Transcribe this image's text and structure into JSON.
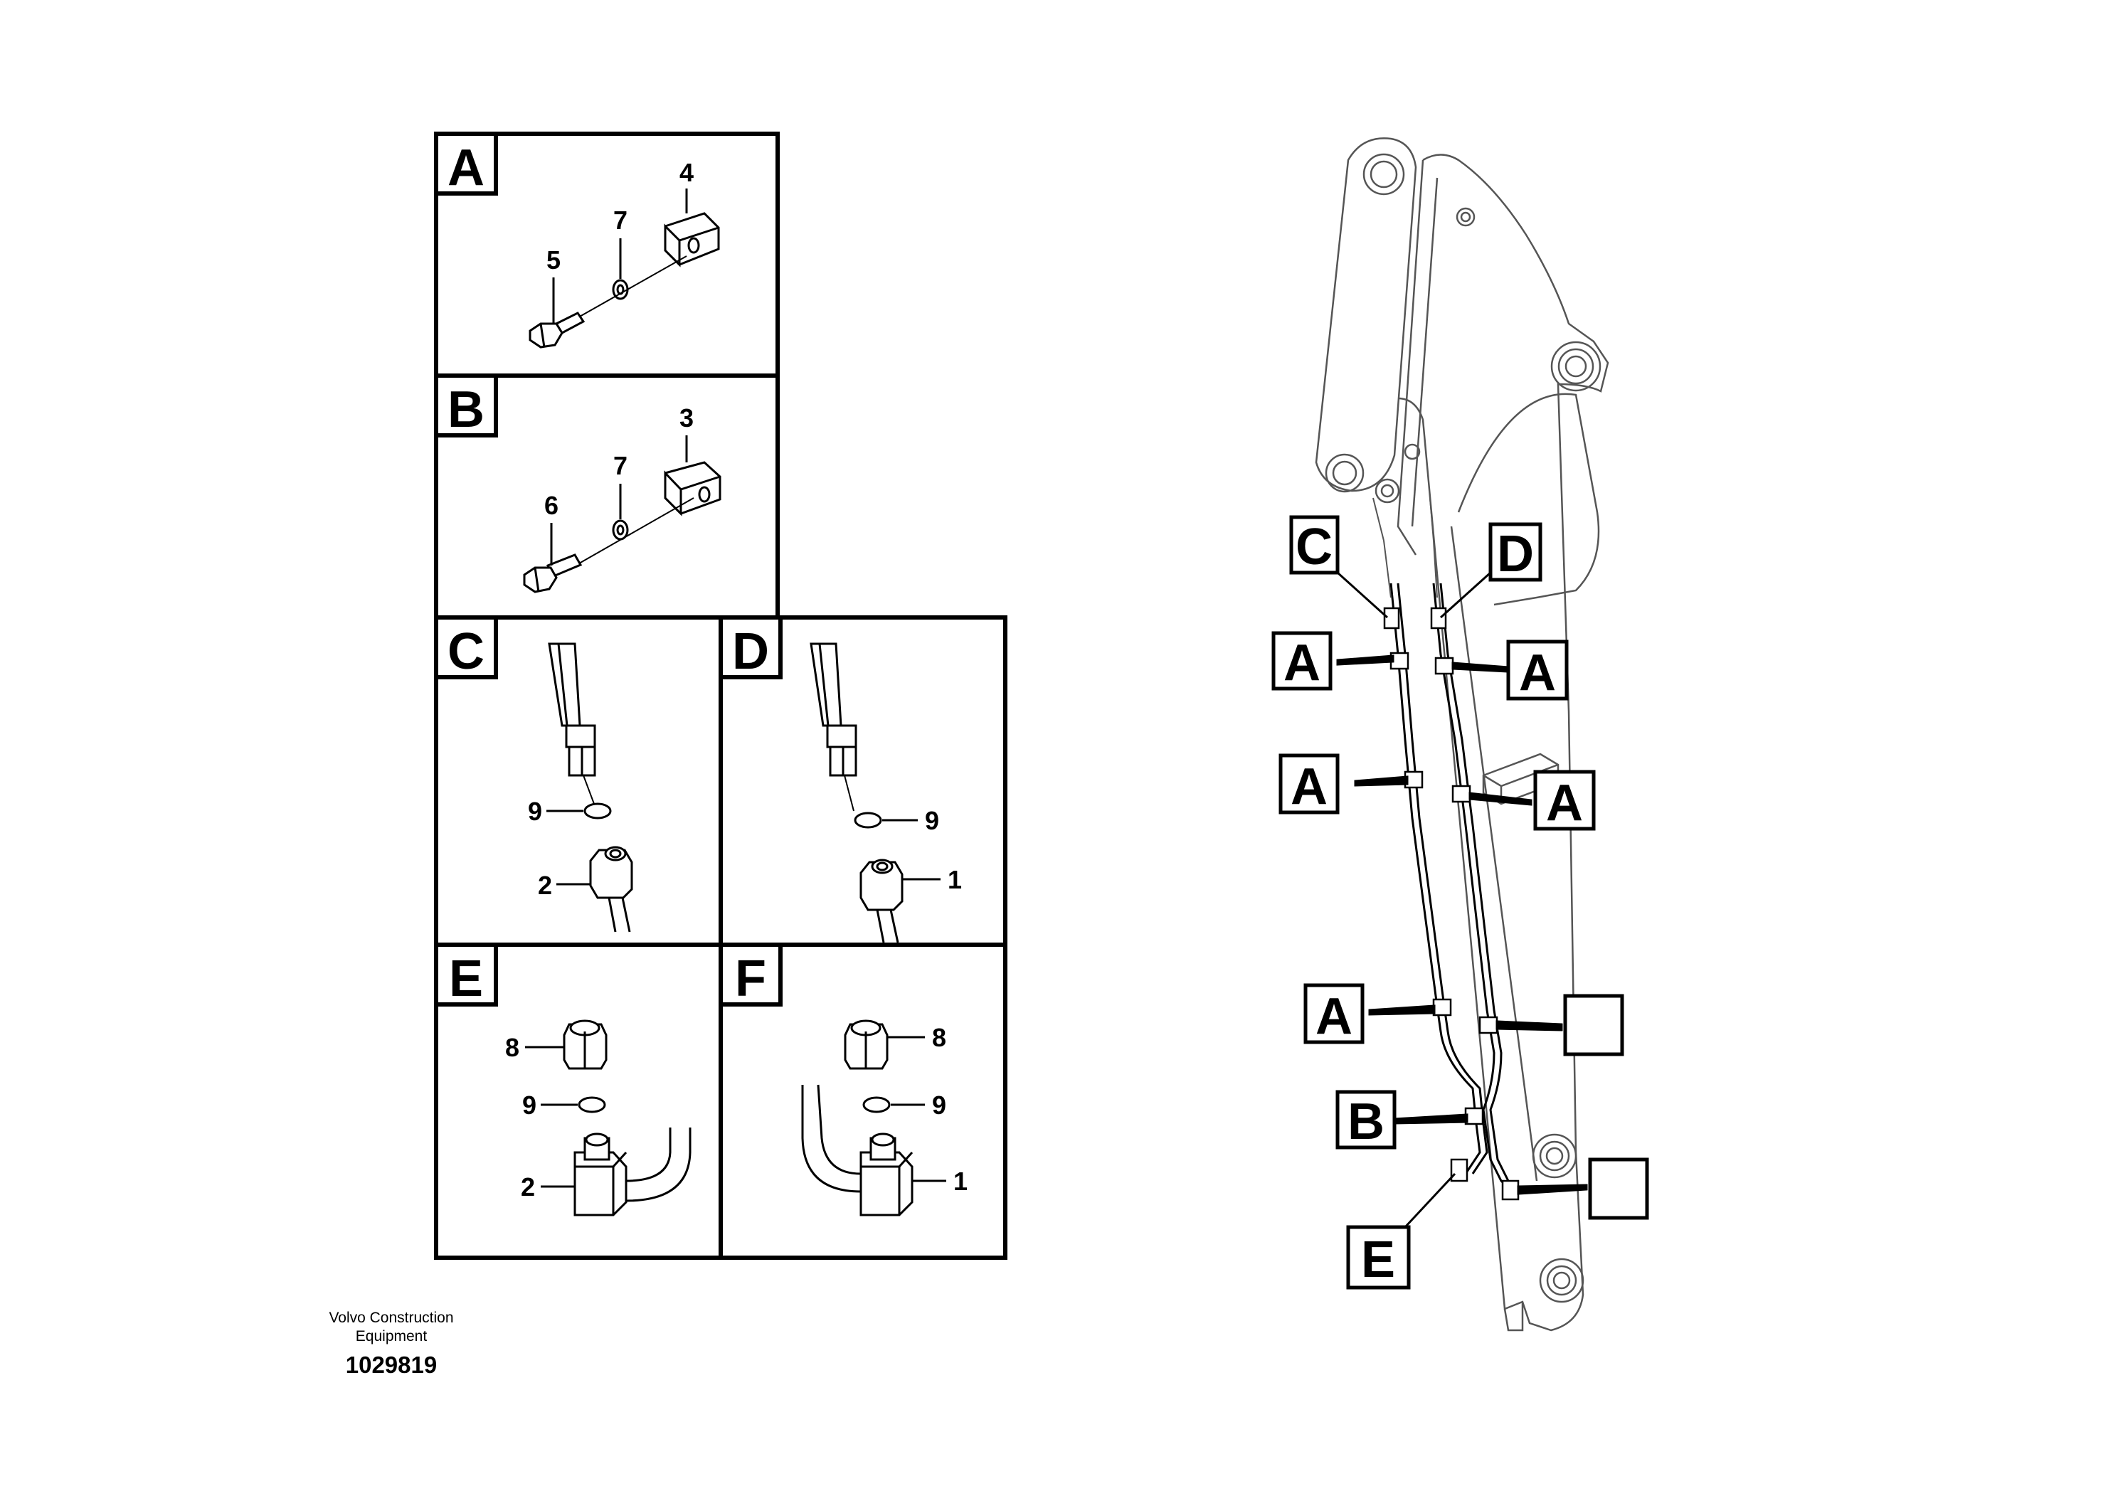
{
  "panels": {
    "A": {
      "letter": "A",
      "callouts": [
        "4",
        "7",
        "5"
      ]
    },
    "B": {
      "letter": "B",
      "callouts": [
        "3",
        "7",
        "6"
      ]
    },
    "C": {
      "letter": "C",
      "callouts": [
        "9",
        "2"
      ]
    },
    "D": {
      "letter": "D",
      "callouts": [
        "9",
        "1"
      ]
    },
    "E": {
      "letter": "E",
      "callouts": [
        "8",
        "9",
        "2"
      ]
    },
    "F": {
      "letter": "F",
      "callouts": [
        "8",
        "9",
        "1"
      ]
    }
  },
  "boom_labels": {
    "C": "C",
    "D": "D",
    "A1": "A",
    "A2": "A",
    "A3": "A",
    "A4": "A",
    "A5": "A",
    "blank1": "",
    "B": "B",
    "blank2": "",
    "E": "E"
  },
  "footer": {
    "company": "Volvo Construction Equipment",
    "company_line1": "Volvo Construction",
    "company_line2": "Equipment",
    "drawing_number": "1029819"
  },
  "colors": {
    "line": "#000000",
    "boom_outline": "#555555",
    "background": "#ffffff"
  }
}
